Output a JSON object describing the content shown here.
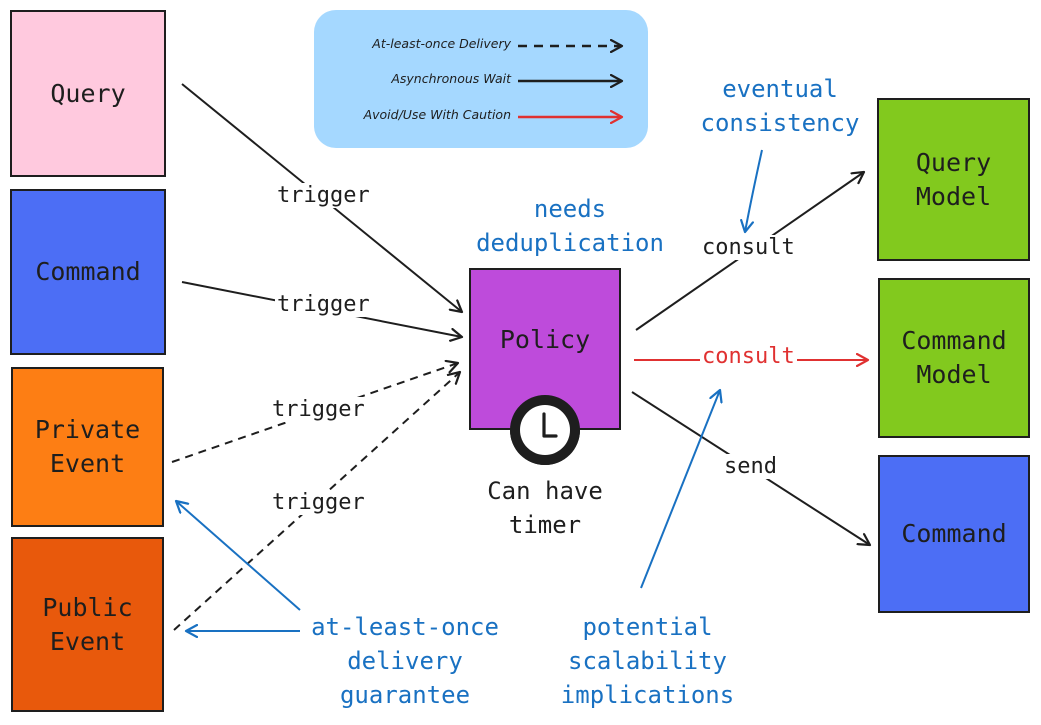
{
  "legend": {
    "items": [
      {
        "label": "At-least-once Delivery",
        "style": "dashed",
        "color": "#1e1e1e"
      },
      {
        "label": "Asynchronous Wait",
        "style": "solid",
        "color": "#1e1e1e"
      },
      {
        "label": "Avoid/Use With Caution",
        "style": "solid",
        "color": "#e03131"
      }
    ],
    "background": "#a5d8ff"
  },
  "sources": {
    "query": {
      "label": "Query",
      "color": "#ffc9de"
    },
    "command": {
      "label": "Command",
      "color": "#4c6ef5"
    },
    "private_event": {
      "label": "Private\nEvent",
      "color": "#fd7e14"
    },
    "public_event": {
      "label": "Public\nEvent",
      "color": "#e8590c"
    }
  },
  "policy": {
    "label": "Policy",
    "color": "#be4bdb",
    "timer_label": "Can have\ntimer"
  },
  "targets": {
    "query_model": {
      "label": "Query\nModel",
      "color": "#82c91e"
    },
    "command_model": {
      "label": "Command\nModel",
      "color": "#82c91e"
    },
    "command": {
      "label": "Command",
      "color": "#4c6ef5"
    }
  },
  "arrow_labels": {
    "trigger_query": "trigger",
    "trigger_command": "trigger",
    "trigger_private": "trigger",
    "trigger_public": "trigger",
    "consult_query": "consult",
    "consult_command": "consult",
    "send": "send"
  },
  "notes": {
    "deduplication": "needs\ndeduplication",
    "eventual": "eventual\nconsistency",
    "delivery": "at-least-once\ndelivery\nguarantee",
    "scalability": "potential\nscalability\nimplications"
  },
  "colors": {
    "ink": "#1e1e1e",
    "note_blue": "#1971c2",
    "caution_red": "#e03131"
  }
}
